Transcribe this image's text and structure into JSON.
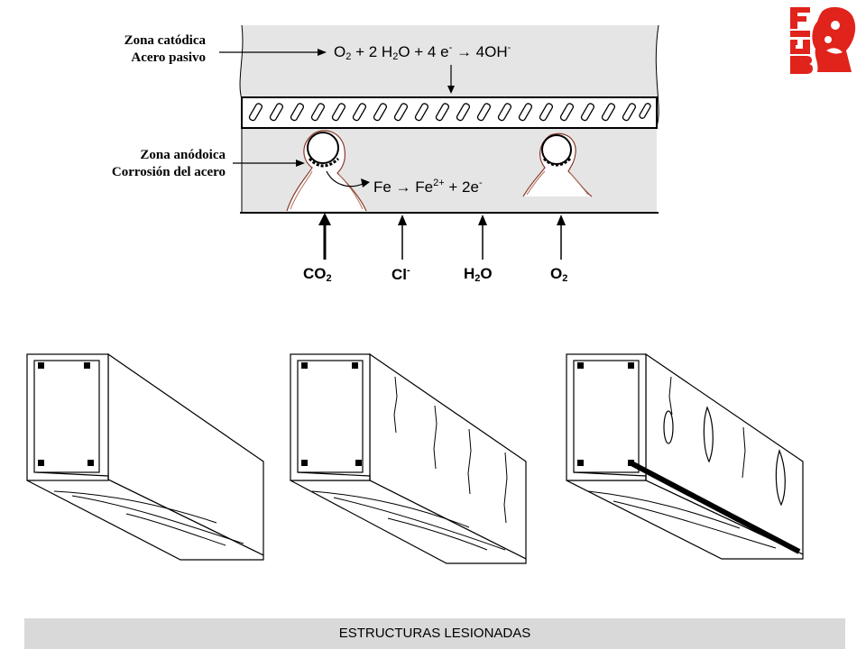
{
  "labels": {
    "cathodic_zone_line1": "Zona catódica",
    "cathodic_zone_line2": "Acero pasivo",
    "anodic_zone_line1": "Zona anódoica",
    "anodic_zone_line2": "Corrosión del acero"
  },
  "equations": {
    "cathodic": {
      "o2": "O",
      "o2_sub": "2",
      "plus1": " + 2 H",
      "h2o_sub": "2",
      "mid": "O + 4 e",
      "e_sup": "-",
      "arrow": " → 4OH",
      "oh_sup": "-"
    },
    "anodic": {
      "fe": "Fe → Fe",
      "fe_sup": "2+",
      "rest": " + 2e",
      "e_sup": "-"
    }
  },
  "agents": [
    {
      "base": "CO",
      "sub": "2",
      "sup": ""
    },
    {
      "base": "Cl",
      "sub": "",
      "sup": "-"
    },
    {
      "base": "H",
      "sub": "2",
      "tail": "O"
    },
    {
      "base": "O",
      "sub": "2",
      "sup": ""
    }
  ],
  "logo": {
    "text": "FIUBA"
  },
  "footer": {
    "title": "ESTRUCTURAS LESIONADAS"
  },
  "colors": {
    "concrete": "#e5e5e5",
    "footer_bg": "#d9d9d9",
    "logo_red": "#e0231b"
  }
}
